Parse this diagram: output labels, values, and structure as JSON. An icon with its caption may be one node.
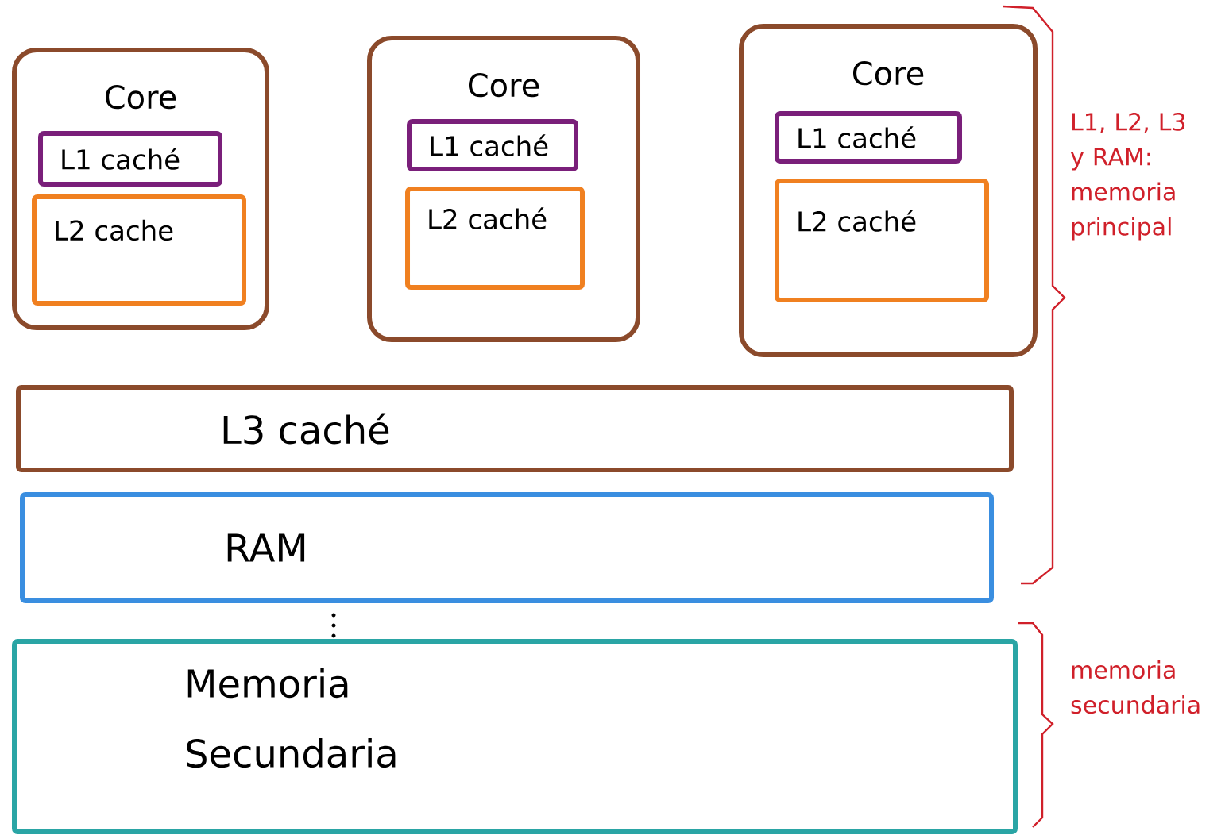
{
  "diagram": {
    "nodes": [
      {
        "text": [
          "Core"
        ]
      },
      {
        "text": [
          "L1 caché"
        ],
        "in": 0
      },
      {
        "text": [
          "L2 cache"
        ],
        "in": 0
      },
      {
        "text": [
          "Core"
        ]
      },
      {
        "text": [
          "L1 caché"
        ],
        "in": 3
      },
      {
        "text": [
          "L2 caché"
        ],
        "in": 3
      },
      {
        "text": [
          "Core"
        ]
      },
      {
        "text": [
          "L1 caché"
        ],
        "in": 6
      },
      {
        "text": [
          "L2 caché"
        ],
        "in": 6
      },
      {
        "text": [
          "L3 caché"
        ]
      },
      {
        "text": [
          "RAM"
        ]
      },
      {
        "text": [
          "Memoria Secundaria"
        ]
      }
    ],
    "labels": [
      "L1, L2, L3 y RAM: memoria principal",
      "memoria secundaria"
    ]
  }
}
